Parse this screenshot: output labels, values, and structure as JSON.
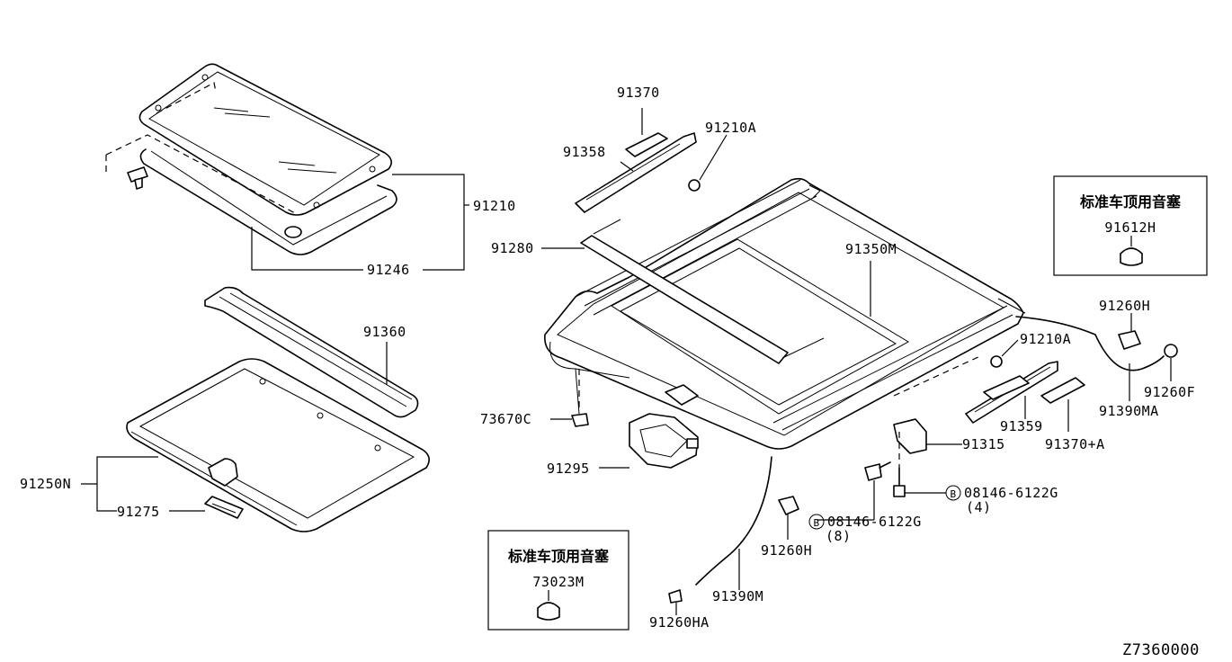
{
  "diagram": {
    "diagram_id": "Z7360000",
    "labels": {
      "p91370": "91370",
      "p91358": "91358",
      "p91210A_top": "91210A",
      "p91210": "91210",
      "p91246": "91246",
      "p91280": "91280",
      "p91350M": "91350M",
      "p91360": "91360",
      "p73670C": "73670C",
      "p91295": "91295",
      "p91250N": "91250N",
      "p91275": "91275",
      "p91260H_right": "91260H",
      "p91210A_right": "91210A",
      "p91260F": "91260F",
      "p91390MA": "91390MA",
      "p91359": "91359",
      "p91370A": "91370+A",
      "p91315": "91315",
      "bolt_right_code": "08146-6122G",
      "bolt_right_qty": "(4)",
      "bolt_mid_code": "08146-6122G",
      "bolt_mid_qty": "(8)",
      "bolt_marker": "B",
      "p91260H_mid": "91260H",
      "p91390M": "91390M",
      "p91260HA": "91260HA"
    },
    "notes": {
      "box1_title": "标准车顶用音塞",
      "box1_part": "91612H",
      "box2_title": "标准车顶用音塞",
      "box2_part": "73023M"
    }
  }
}
